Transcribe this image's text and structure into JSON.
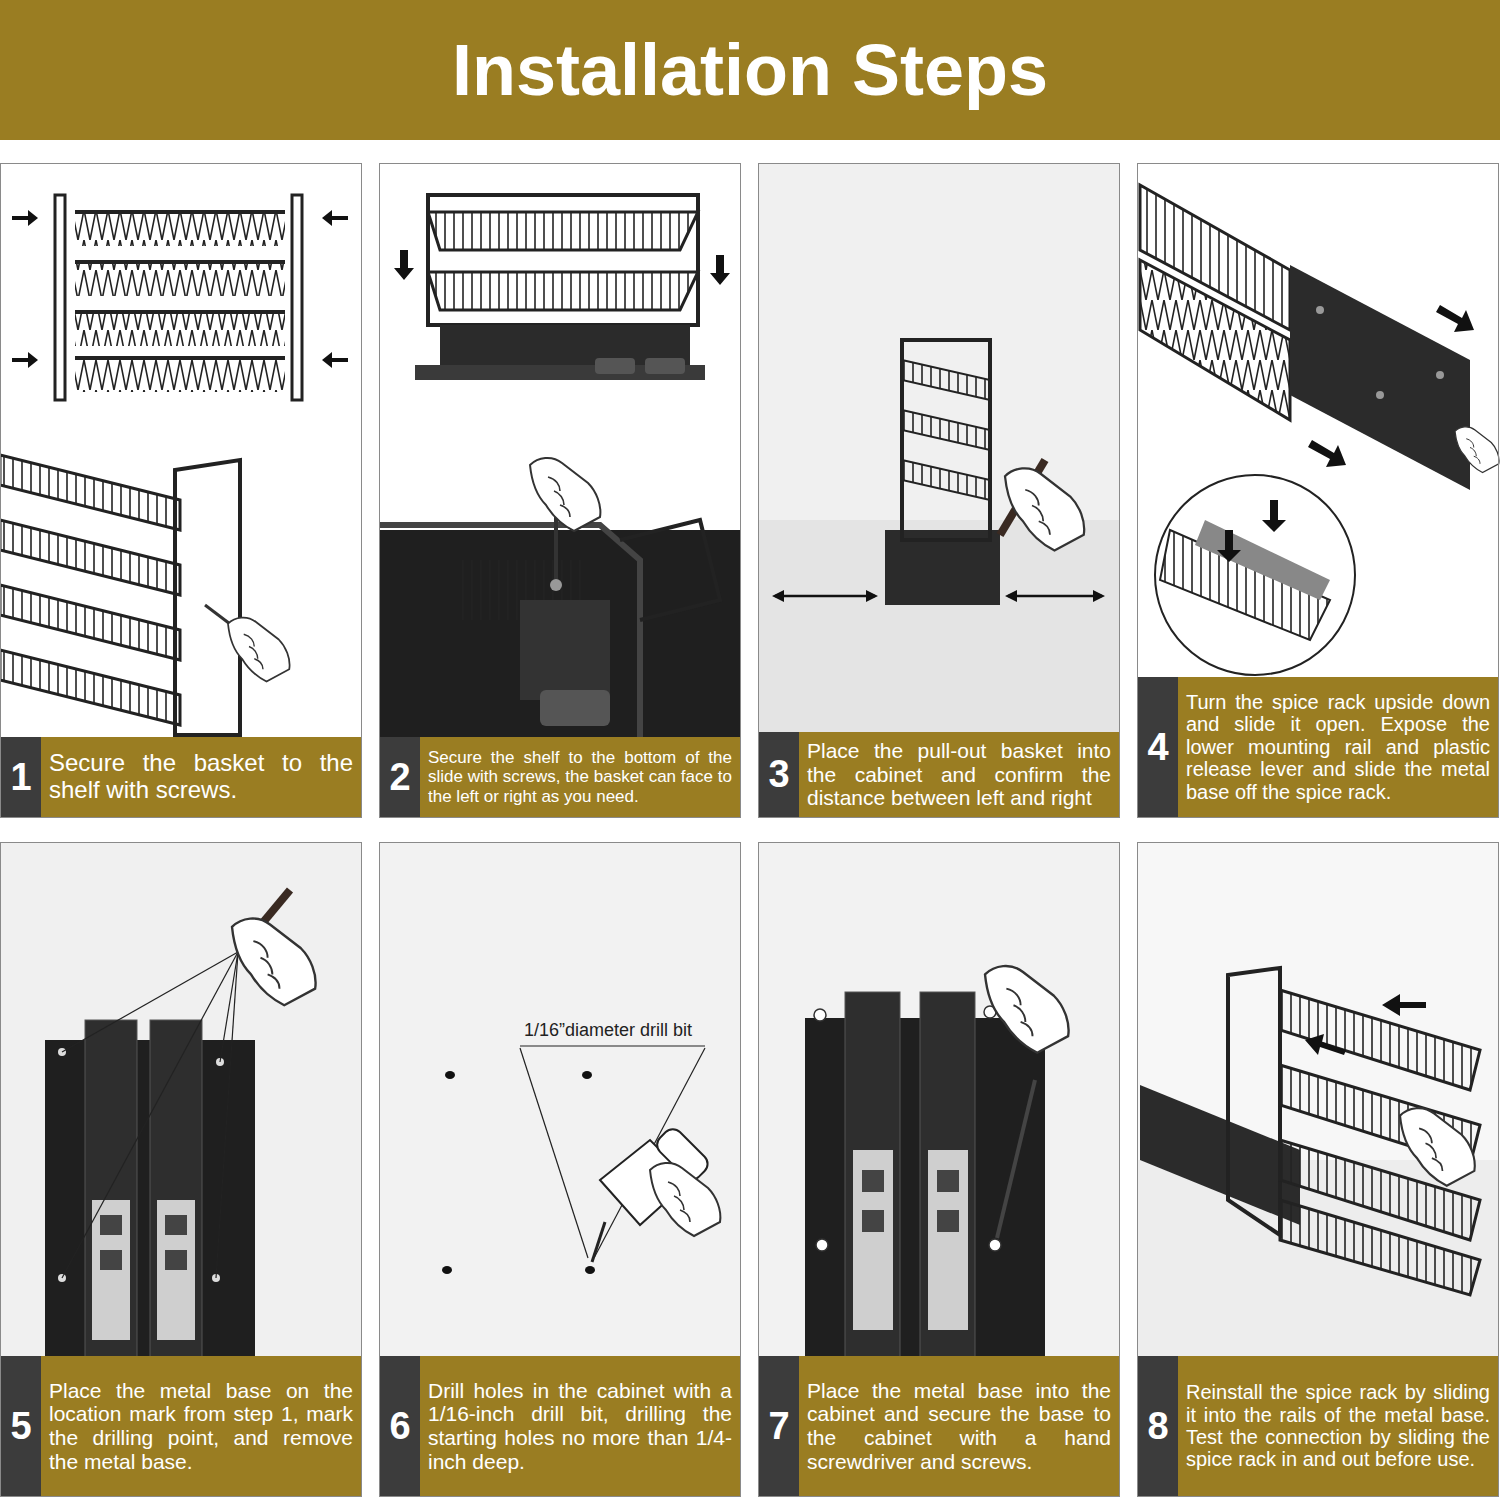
{
  "diagram": {
    "title": "Installation Steps",
    "nodes": [
      {
        "text": [
          "1",
          "Secure the basket to the shelf with screws."
        ]
      },
      {
        "text": [
          "2",
          "Secure the shelf to the bottom of the slide with screws, the basket can face to the left or right as you need."
        ]
      },
      {
        "text": [
          "3",
          "Place the pull-out basket into the cabinet and confirm the distance between left and right"
        ]
      },
      {
        "text": [
          "4",
          "Turn the spice rack upside down and slide it open. Expose the lower mounting rail and plastic release lever and slide the metal base off the spice rack."
        ]
      },
      {
        "text": [
          "5",
          "Place the metal base on the location mark from step 1, mark the drilling point, and remove the metal base."
        ]
      },
      {
        "text": [
          "6",
          "Drill holes in the cabinet with a 1/16-inch drill bit, drilling the starting holes no more than 1/4-inch deep."
        ]
      },
      {
        "text": [
          "7",
          "Place the metal base into the cabinet and secure the base to the cabinet with a hand screwdriver and screws."
        ]
      },
      {
        "text": [
          "8",
          "Reinstall the spice rack by sliding it into the rails of the metal base. Test the connection by sliding the spice rack in and out before use."
        ]
      }
    ],
    "labels": [
      "1/16”diameter drill bit"
    ]
  }
}
